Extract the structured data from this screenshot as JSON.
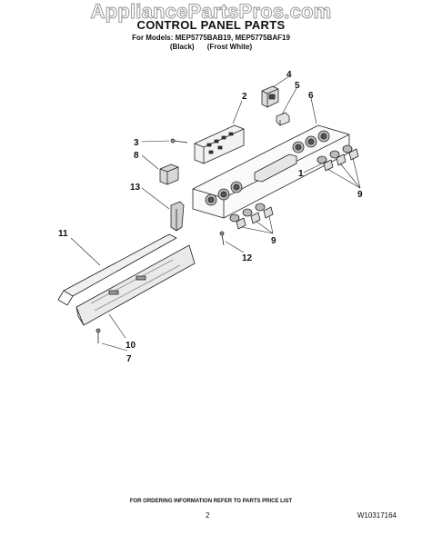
{
  "watermark": "AppliancePartsPros.com",
  "title": "CONTROL PANEL PARTS",
  "models": "For Models: MEP5775BAB19, MEP5775BAF19",
  "colors": [
    "(Black)",
    "(Frost White)"
  ],
  "callouts": {
    "c1": "1",
    "c2": "2",
    "c3": "3",
    "c4": "4",
    "c5": "5",
    "c6": "6",
    "c7": "7",
    "c8": "8",
    "c9a": "9",
    "c9b": "9",
    "c10": "10",
    "c11": "11",
    "c12": "12",
    "c13": "13"
  },
  "footer_note": "FOR ORDERING INFORMATION REFER TO PARTS PRICE LIST",
  "page_number": "2",
  "doc_number": "W10317164"
}
